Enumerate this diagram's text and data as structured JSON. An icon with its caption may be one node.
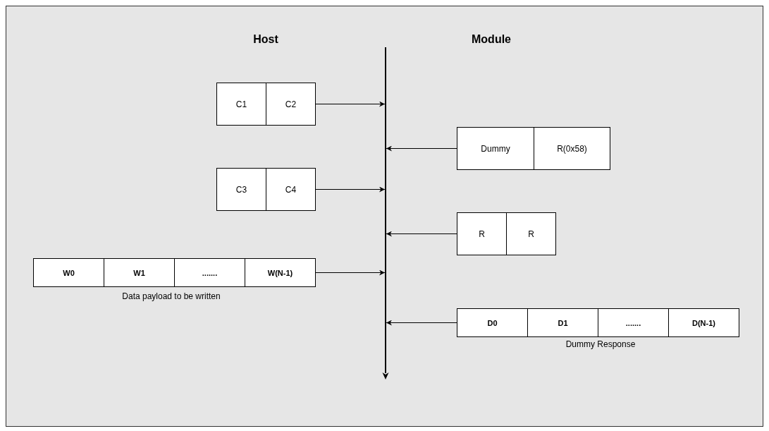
{
  "diagram": {
    "nodes": [
      {
        "text": [],
        "shape": "line"
      },
      {
        "text": [
          "C1"
        ]
      },
      {
        "text": [
          "C2"
        ]
      },
      {
        "text": [
          "Dummy"
        ]
      },
      {
        "text": [
          "R(0x58)"
        ]
      },
      {
        "text": [
          "C3"
        ]
      },
      {
        "text": [
          "C4"
        ]
      },
      {
        "text": [
          "R"
        ]
      },
      {
        "text": [
          "R"
        ]
      },
      {
        "text": [
          "W0"
        ]
      },
      {
        "text": [
          "W1"
        ]
      },
      {
        "text": [
          "......."
        ]
      },
      {
        "text": [
          "W(N-1)"
        ]
      },
      {
        "text": [
          "D0"
        ]
      },
      {
        "text": [
          "D1"
        ]
      },
      {
        "text": [
          "......."
        ]
      },
      {
        "text": [
          "D(N-1)"
        ]
      }
    ],
    "edges": [
      {
        "from": 2,
        "to": 0,
        "arrow": "to"
      },
      {
        "from": 3,
        "to": 0,
        "arrow": "to"
      },
      {
        "from": 6,
        "to": 0,
        "arrow": "to"
      },
      {
        "from": 7,
        "to": 0,
        "arrow": "to"
      },
      {
        "from": 12,
        "to": 0,
        "arrow": "to"
      },
      {
        "from": 13,
        "to": 0,
        "arrow": "to"
      }
    ],
    "labels": [
      "Host",
      "Module",
      "Data payload to be written",
      "Dummy Response"
    ]
  }
}
